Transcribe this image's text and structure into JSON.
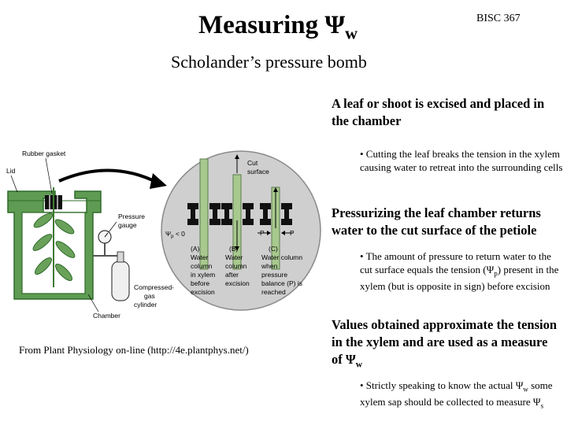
{
  "header": {
    "title": "Measuring Ψ",
    "title_sub": "w",
    "course": "BISC 367",
    "subtitle": "Scholander’s pressure bomb"
  },
  "sections": [
    {
      "heading": "A leaf or shoot is excised and placed in the chamber",
      "bullet": "• Cutting the leaf breaks the tension in the xylem causing water to retreat into the surrounding cells"
    },
    {
      "heading": "Pressurizing the leaf chamber returns water to the cut surface of the petiole",
      "bullet_parts": [
        "• The amount of pressure to return water to the cut surface equals the tension (Ψ",
        "p",
        ") present in the xylem (but is opposite in sign) before excision"
      ]
    },
    {
      "heading_parts": [
        "Values obtained approximate the tension in the xylem and are used as a measure of Ψ",
        "w"
      ],
      "bullet_parts": [
        "• Strictly speaking to know the actual Ψ",
        "w",
        " some xylem sap should be collected to measure Ψ",
        "s"
      ]
    }
  ],
  "credit": "From Plant Physiology on-line  (http://4e.plantphys.net/)",
  "figure": {
    "labels": {
      "rubber_gasket": "Rubber gasket",
      "lid": "Lid",
      "pressure_gauge": [
        "Pressure",
        "gauge"
      ],
      "compressed_gas": [
        "Compressed-",
        "gas",
        "cylinder"
      ],
      "chamber": "Chamber",
      "cut_surface": [
        "Cut",
        "surface"
      ],
      "psi": "Ψ",
      "psi_sub": "p",
      "psi_rel": " < 0",
      "panel_a": [
        "(A)",
        "Water",
        "column",
        "in xylem",
        "before",
        "excision"
      ],
      "panel_b": [
        "(B)",
        "Water",
        "column",
        "after",
        "excision"
      ],
      "panel_c": [
        "(C)",
        "Water column",
        "when",
        "pressure",
        "balance (P) is",
        "reached"
      ],
      "p_left": "P",
      "p_right": "P"
    },
    "colors": {
      "chamber_green": "#5f9b52",
      "chamber_dark": "#2e6b2a",
      "circle_gray": "#cfcfcf",
      "stem_green": "#a8c98e",
      "gasket_black": "#111111"
    }
  }
}
